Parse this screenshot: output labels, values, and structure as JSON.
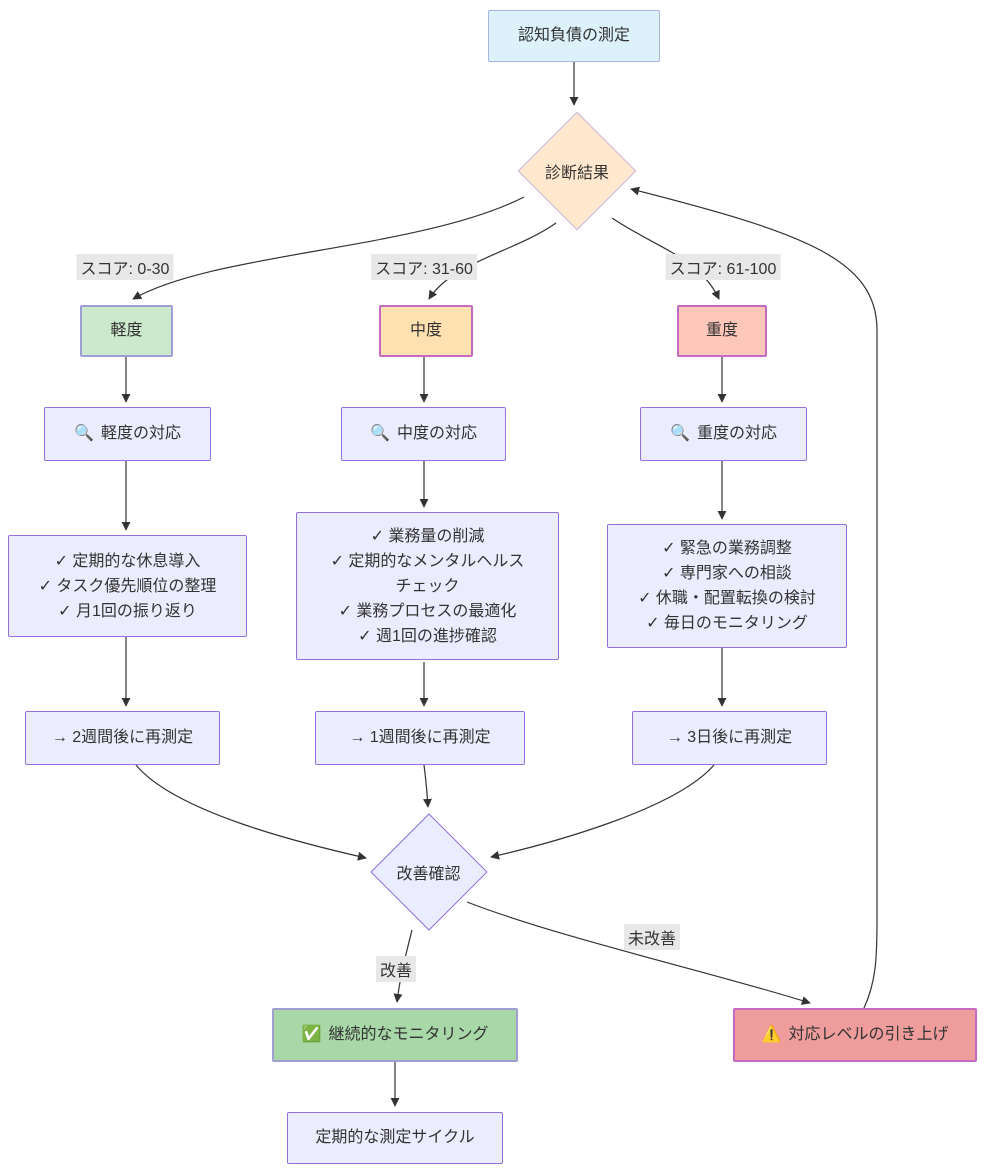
{
  "nodes": {
    "measure": {
      "label": "認知負債の測定"
    },
    "diagnosis": {
      "label": "診断結果"
    },
    "mild": {
      "label": "軽度"
    },
    "moderate": {
      "label": "中度"
    },
    "severe": {
      "label": "重度"
    },
    "mild_response": {
      "icon": "🔍",
      "label": "軽度の対応"
    },
    "moderate_response": {
      "icon": "🔍",
      "label": "中度の対応"
    },
    "severe_response": {
      "icon": "🔍",
      "label": "重度の対応"
    },
    "mild_actions": {
      "lines": [
        "✓ 定期的な休息導入",
        "✓ タスク優先順位の整理",
        "✓ 月1回の振り返り"
      ]
    },
    "moderate_actions": {
      "lines": [
        "✓ 業務量の削減",
        "✓ 定期的なメンタルヘルス",
        "チェック",
        "✓ 業務プロセスの最適化",
        "✓ 週1回の進捗確認"
      ]
    },
    "severe_actions": {
      "lines": [
        "✓ 緊急の業務調整",
        "✓ 専門家への相談",
        "✓ 休職・配置転換の検討",
        "✓ 毎日のモニタリング"
      ]
    },
    "remeasure_mild": {
      "label": "→ 2週間後に再測定"
    },
    "remeasure_moderate": {
      "label": "→ 1週間後に再測定"
    },
    "remeasure_severe": {
      "label": "→ 3日後に再測定"
    },
    "improve_check": {
      "label": "改善確認"
    },
    "monitoring": {
      "icon": "✅",
      "label": "継続的なモニタリング"
    },
    "escalate": {
      "icon": "⚠️",
      "label": "対応レベルの引き上げ"
    },
    "cycle": {
      "label": "定期的な測定サイクル"
    }
  },
  "edge_labels": {
    "score_low": "スコア: 0-30",
    "score_mid": "スコア: 31-60",
    "score_high": "スコア: 61-100",
    "improved": "改善",
    "not_improved": "未改善"
  },
  "colors": {
    "edge": "#333333",
    "lavender_fill": "#ECECFF",
    "lavender_border": "#9370DB",
    "measure_fill": "#ddf1fb",
    "diagnosis_fill": "#ffe8cd",
    "mild_fill": "#cde9cd",
    "moderate_fill": "#ffe0b0",
    "severe_fill": "#ffc6ba",
    "monitor_fill": "#a8d8a8",
    "escalate_fill": "#ee9c9c",
    "edge_label_bg": "#e8e8e8"
  }
}
